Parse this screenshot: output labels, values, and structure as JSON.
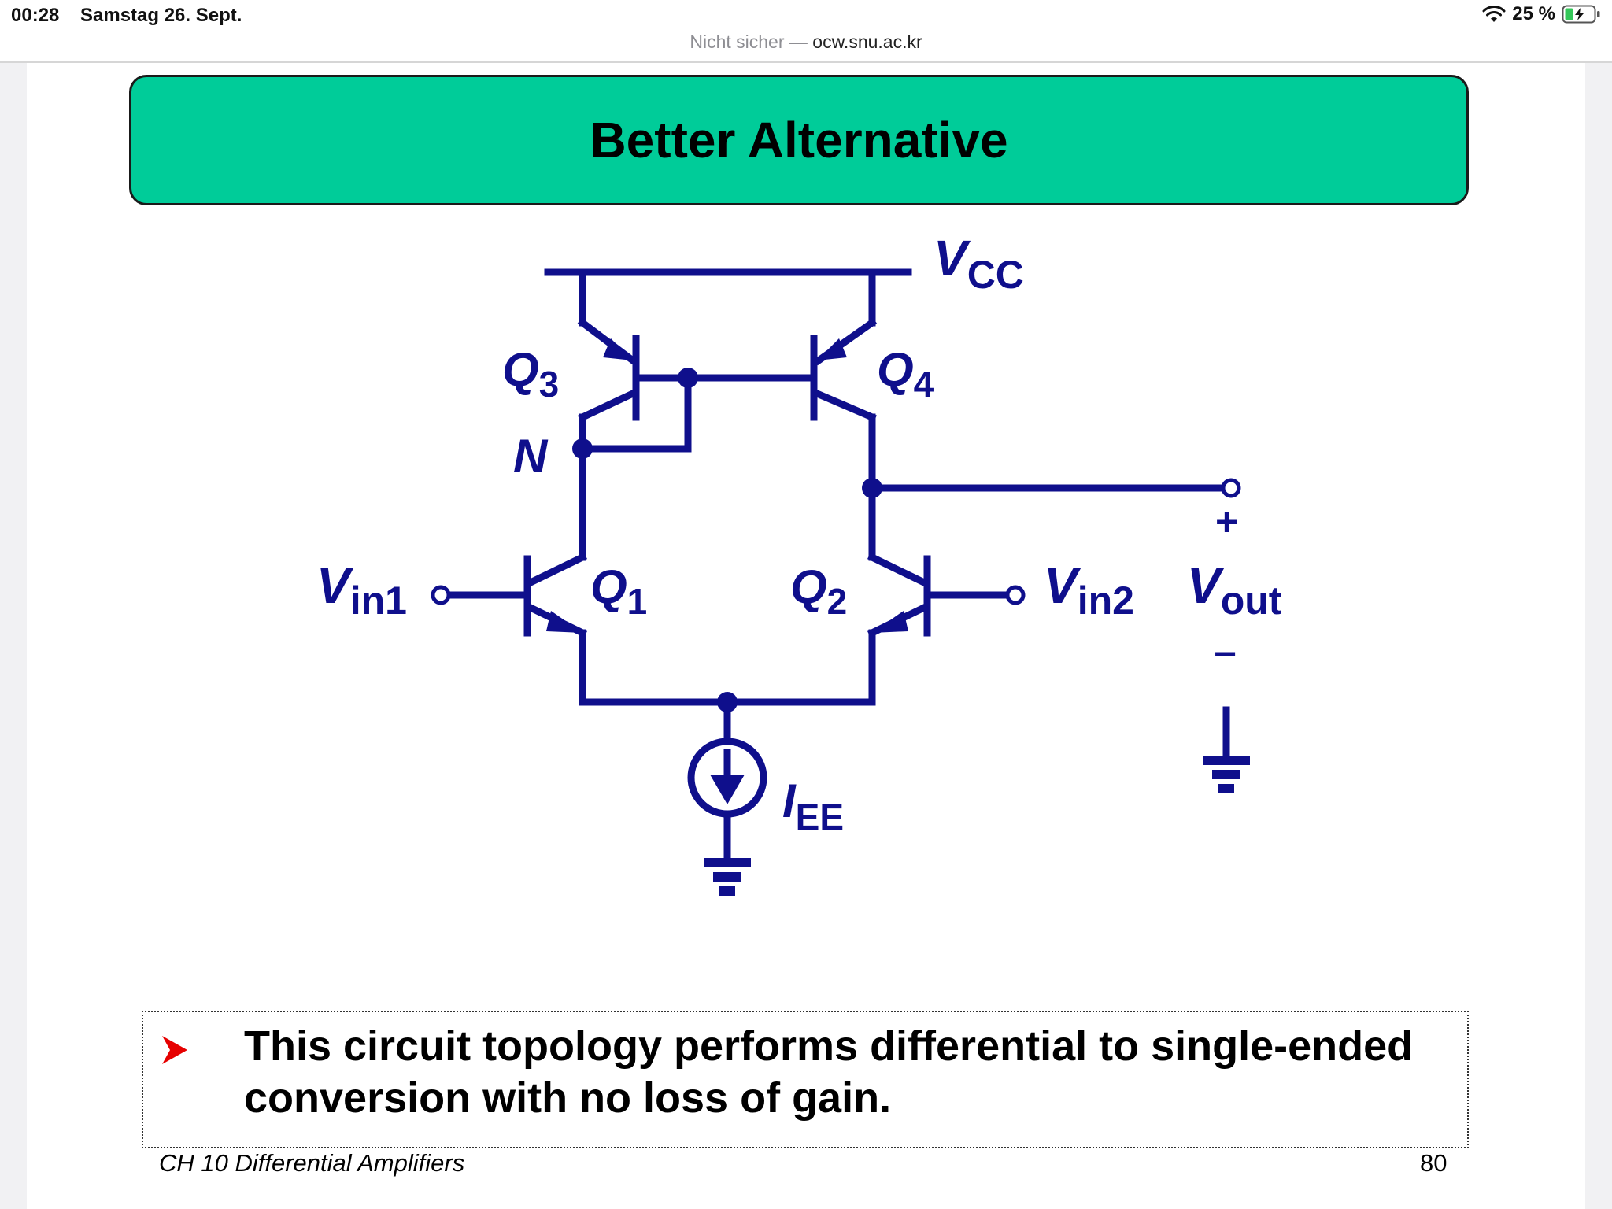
{
  "statusbar": {
    "time": "00:28",
    "date": "Samstag 26. Sept.",
    "url_insecure": "Nicht sicher",
    "url_separator": " — ",
    "url_domain": "ocw.snu.ac.kr",
    "battery_text": "25 %",
    "wifi_icon": "wifi-icon",
    "battery_icon": "battery-charging-icon"
  },
  "slide": {
    "title": "Better Alternative",
    "accent_color": "#00cc99",
    "circuit_color": "#0f0f8c",
    "circuit_labels": {
      "vcc_main": "V",
      "vcc_sub": "CC",
      "q3_main": "Q",
      "q3_sub": "3",
      "q4_main": "Q",
      "q4_sub": "4",
      "n": "N",
      "q1_main": "Q",
      "q1_sub": "1",
      "q2_main": "Q",
      "q2_sub": "2",
      "vin1_main": "V",
      "vin1_sub": "in1",
      "vin2_main": "V",
      "vin2_sub": "in2",
      "vout_main": "V",
      "vout_sub": "out",
      "plus": "+",
      "minus": "−",
      "iee_main": "I",
      "iee_sub": "EE"
    },
    "bullet": {
      "text": "This circuit topology performs differential to single-ended conversion with no loss of gain.",
      "arrow_color": "#e60000"
    },
    "footer": {
      "chapter": "CH 10 Differential Amplifiers",
      "page": "80"
    }
  }
}
